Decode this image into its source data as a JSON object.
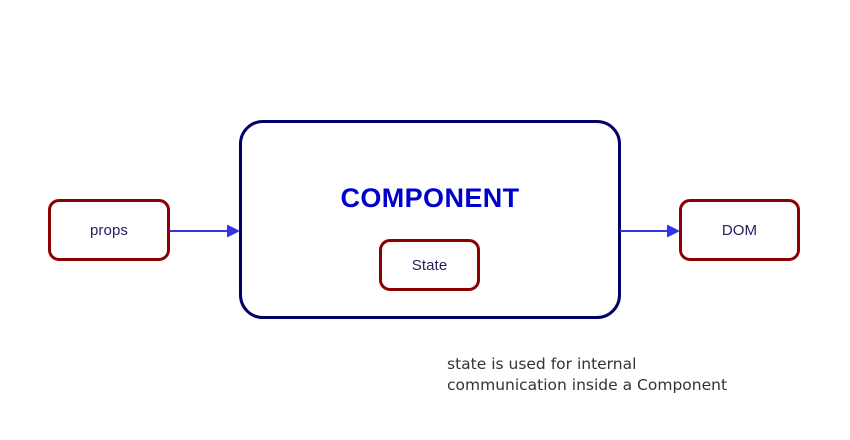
{
  "diagram": {
    "background_color": "#ffffff",
    "nodes": {
      "props": {
        "label": "props",
        "border_color": "#8B0000",
        "text_color": "#2a1a5e"
      },
      "component": {
        "title": "COMPONENT",
        "border_color": "#000066",
        "title_color": "#0000CC"
      },
      "state": {
        "label": "State",
        "border_color": "#8B0000",
        "text_color": "#2a1a5e"
      },
      "dom": {
        "label": "DOM",
        "border_color": "#8B0000",
        "text_color": "#2a1a5e"
      }
    },
    "arrows": {
      "color": "#3333EE",
      "props_to_component": "props-to-component-arrow",
      "component_to_dom": "component-to-dom-arrow"
    },
    "caption": {
      "text": "state is used for internal\ncommunication inside a Component",
      "color": "#333333"
    }
  }
}
